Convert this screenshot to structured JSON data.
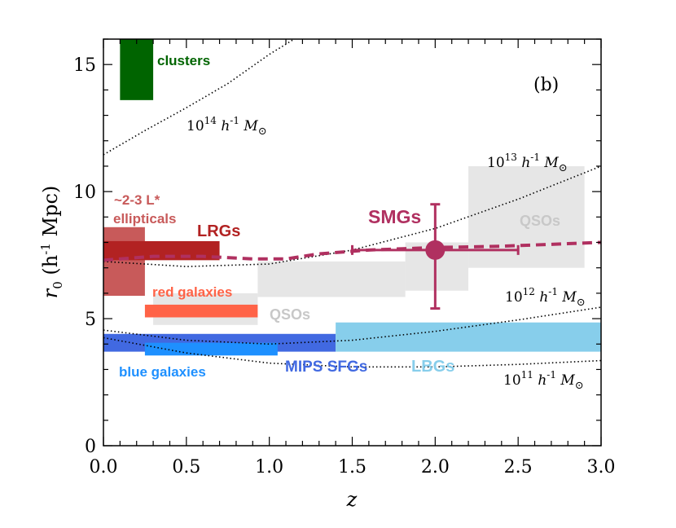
{
  "chart_data": {
    "type": "area",
    "panel_label": "(b)",
    "xlabel": "z",
    "ylabel_parts": [
      "r",
      "0",
      " (h",
      "-1",
      " Mpc)"
    ],
    "xlim": [
      0.0,
      3.0
    ],
    "ylim": [
      0,
      16
    ],
    "xticks": [
      0.0,
      0.5,
      1.0,
      1.5,
      2.0,
      2.5,
      3.0
    ],
    "xtick_labels": [
      "0.0",
      "0.5",
      "1.0",
      "1.5",
      "2.0",
      "2.5",
      "3.0"
    ],
    "yticks": [
      0,
      5,
      10,
      15
    ],
    "ytick_labels": [
      "0",
      "5",
      "10",
      "15"
    ],
    "grid": false,
    "regions": [
      {
        "id": "clusters",
        "label": "clusters",
        "color": "#006400",
        "z": [
          0.1,
          0.3
        ],
        "r0": [
          13.6,
          16.0
        ]
      },
      {
        "id": "qso-high",
        "label": "QSOs",
        "color": "#e6e6e6",
        "z": [
          2.2,
          2.9
        ],
        "r0": [
          7.0,
          11.0
        ]
      },
      {
        "id": "qso-mid1",
        "label": "",
        "color": "#e6e6e6",
        "z": [
          1.82,
          2.2
        ],
        "r0": [
          6.1,
          8.0
        ]
      },
      {
        "id": "qso-mid2",
        "label": "",
        "color": "#e6e6e6",
        "z": [
          0.93,
          1.82
        ],
        "r0": [
          5.85,
          7.25
        ]
      },
      {
        "id": "qso-low",
        "label": "QSOs",
        "color": "#e6e6e6",
        "z": [
          0.3,
          0.93
        ],
        "r0": [
          4.75,
          6.0
        ]
      },
      {
        "id": "ellipticals",
        "label": "~2-3 L*",
        "label2": "ellipticals",
        "color": "#c85a5a",
        "z": [
          0.0,
          0.25
        ],
        "r0": [
          5.9,
          8.6
        ]
      },
      {
        "id": "lrgs",
        "label": "LRGs",
        "color": "#b22222",
        "z": [
          0.0,
          0.7
        ],
        "r0": [
          7.3,
          8.05
        ]
      },
      {
        "id": "red-galaxies",
        "label": "red galaxies",
        "color": "#ff6347",
        "z": [
          0.25,
          0.93
        ],
        "r0": [
          5.05,
          5.55
        ]
      },
      {
        "id": "mips-sfgs",
        "label": "MIPS SFGs",
        "color": "#4169e1",
        "z": [
          0.0,
          1.4
        ],
        "r0": [
          3.7,
          4.4
        ]
      },
      {
        "id": "blue-galaxies",
        "label": "blue galaxies",
        "color": "#1e90ff",
        "z": [
          0.25,
          1.05
        ],
        "r0": [
          3.55,
          4.05
        ]
      },
      {
        "id": "lbgs",
        "label": "LBGs",
        "color": "#87ceeb",
        "z": [
          1.4,
          3.0
        ],
        "r0": [
          3.7,
          4.85
        ]
      }
    ],
    "smg_point": {
      "label": "SMGs",
      "color": "#b03060",
      "z": 2.0,
      "r0": 7.7,
      "x_error": [
        1.5,
        2.5
      ],
      "y_error": [
        5.4,
        9.5
      ]
    },
    "smg_evolution_curve": {
      "color": "#b03060",
      "z": [
        0.0,
        0.3,
        0.6,
        0.9,
        1.1,
        1.3,
        1.6,
        2.0,
        2.4,
        2.8,
        3.0
      ],
      "r0": [
        7.3,
        7.45,
        7.45,
        7.35,
        7.35,
        7.55,
        7.7,
        7.8,
        7.85,
        7.95,
        8.0
      ]
    },
    "mass_tracks": [
      {
        "mantissa": "10",
        "exponent": "14",
        "label_rest": " h",
        "sup2": "-1",
        "tail": " M",
        "z": [
          0.0,
          0.25,
          0.5,
          0.75,
          1.0,
          1.15
        ],
        "r0": [
          11.45,
          12.4,
          13.3,
          14.25,
          15.4,
          16.0
        ]
      },
      {
        "mantissa": "10",
        "exponent": "13",
        "label_rest": " h",
        "sup2": "-1",
        "tail": " M",
        "z": [
          0.0,
          0.5,
          1.0,
          1.5,
          2.0,
          2.5,
          3.0
        ],
        "r0": [
          7.25,
          7.05,
          7.15,
          7.7,
          8.55,
          9.7,
          11.0
        ]
      },
      {
        "mantissa": "10",
        "exponent": "12",
        "label_rest": " h",
        "sup2": "-1",
        "tail": " M",
        "z": [
          0.0,
          0.5,
          1.0,
          1.5,
          2.0,
          2.5,
          3.0
        ],
        "r0": [
          4.55,
          4.15,
          4.0,
          4.15,
          4.5,
          4.95,
          5.45
        ]
      },
      {
        "mantissa": "10",
        "exponent": "11",
        "label_rest": " h",
        "sup2": "-1",
        "tail": " M",
        "z": [
          0.0,
          0.5,
          1.0,
          1.5,
          2.0,
          2.5,
          3.0
        ],
        "r0": [
          4.25,
          3.65,
          3.25,
          3.1,
          3.1,
          3.2,
          3.35
        ]
      }
    ],
    "sun_symbol": "⊙"
  }
}
